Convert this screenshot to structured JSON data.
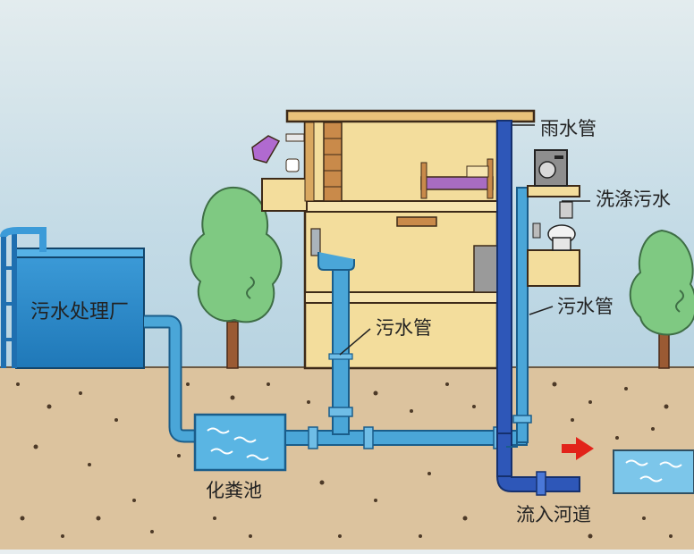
{
  "labels": {
    "treatment_plant": "污水处理厂",
    "sewer_pipe_middle": "污水管",
    "rain_pipe": "雨水管",
    "washing_wastewater": "洗涤污水",
    "sewer_pipe_right": "污水管",
    "septic_tank": "化粪池",
    "flow_into_river": "流入河道"
  },
  "colors": {
    "sky": "#c9dce6",
    "ground": "#dcc4a0",
    "house_wall": "#f3dd9c",
    "roof": "#e8c27a",
    "water_blue": "#4aa6d8",
    "plant_blue": "#2f8fcf",
    "rain_pipe": "#2e57b8",
    "tree_green": "#7fc982",
    "trunk": "#9a5a33",
    "arrow_red": "#e2231a"
  },
  "icons": [
    "tree-icon",
    "faucet-icon",
    "washing-machine-icon",
    "toilet-icon",
    "bed-icon",
    "flow-arrow-icon"
  ]
}
